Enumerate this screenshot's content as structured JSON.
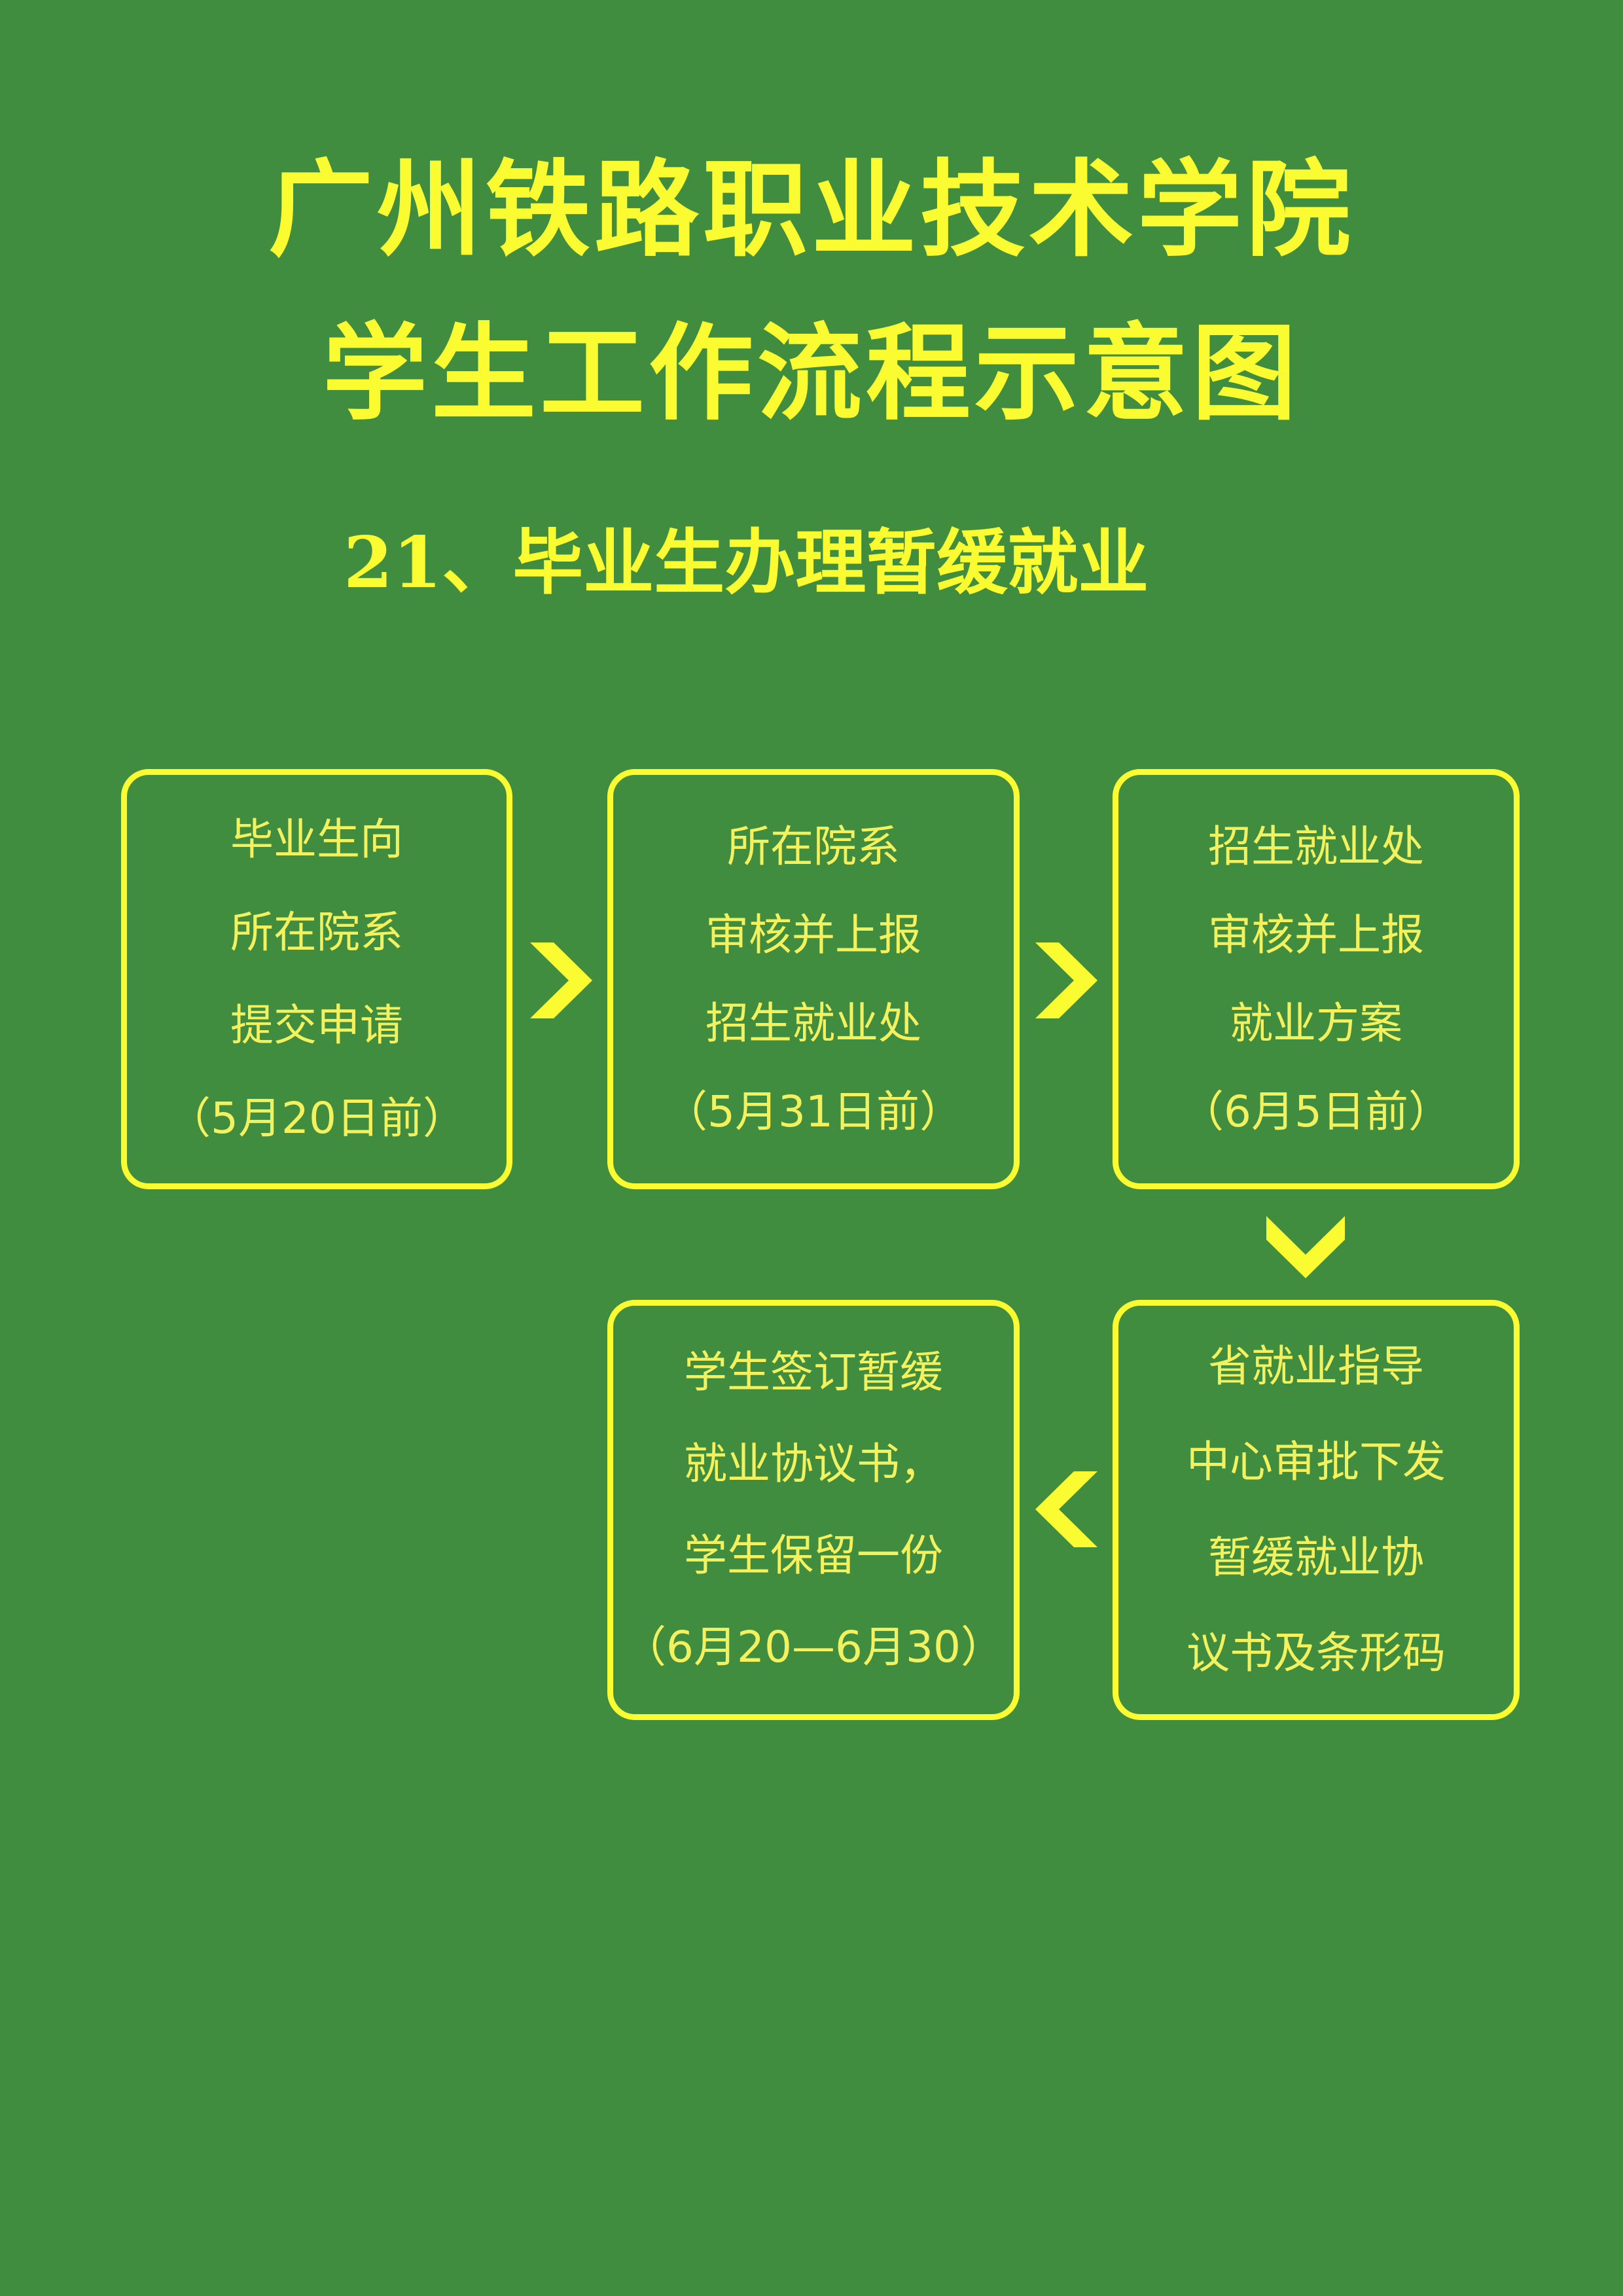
{
  "colors": {
    "background": "#418d40",
    "accent": "#fbfb31",
    "box_text": "#f3f15e"
  },
  "header": {
    "title_line1": "广州铁路职业技术学院",
    "title_line2": "学生工作流程示意图",
    "subtitle": "21、毕业生办理暂缓就业"
  },
  "flow": {
    "steps": [
      {
        "lines": [
          "毕业生向",
          "所在院系",
          "提交申请",
          "（5月20日前）"
        ]
      },
      {
        "lines": [
          "所在院系",
          "审核并上报",
          "招生就业处",
          "（5月31日前）"
        ]
      },
      {
        "lines": [
          "招生就业处",
          "审核并上报",
          "就业方案",
          "（6月5日前）"
        ]
      },
      {
        "lines": [
          "省就业指导",
          "中心审批下发",
          "暂缓就业协",
          "议书及条形码"
        ]
      },
      {
        "lines": [
          "学生签订暂缓",
          "就业协议书，",
          "学生保留一份",
          "（6月20—6月30）"
        ]
      }
    ],
    "arrows": [
      {
        "from": 1,
        "to": 2,
        "icon": "chevron-right-icon"
      },
      {
        "from": 2,
        "to": 3,
        "icon": "chevron-right-icon"
      },
      {
        "from": 3,
        "to": 4,
        "icon": "chevron-down-icon"
      },
      {
        "from": 4,
        "to": 5,
        "icon": "chevron-left-icon"
      }
    ]
  }
}
